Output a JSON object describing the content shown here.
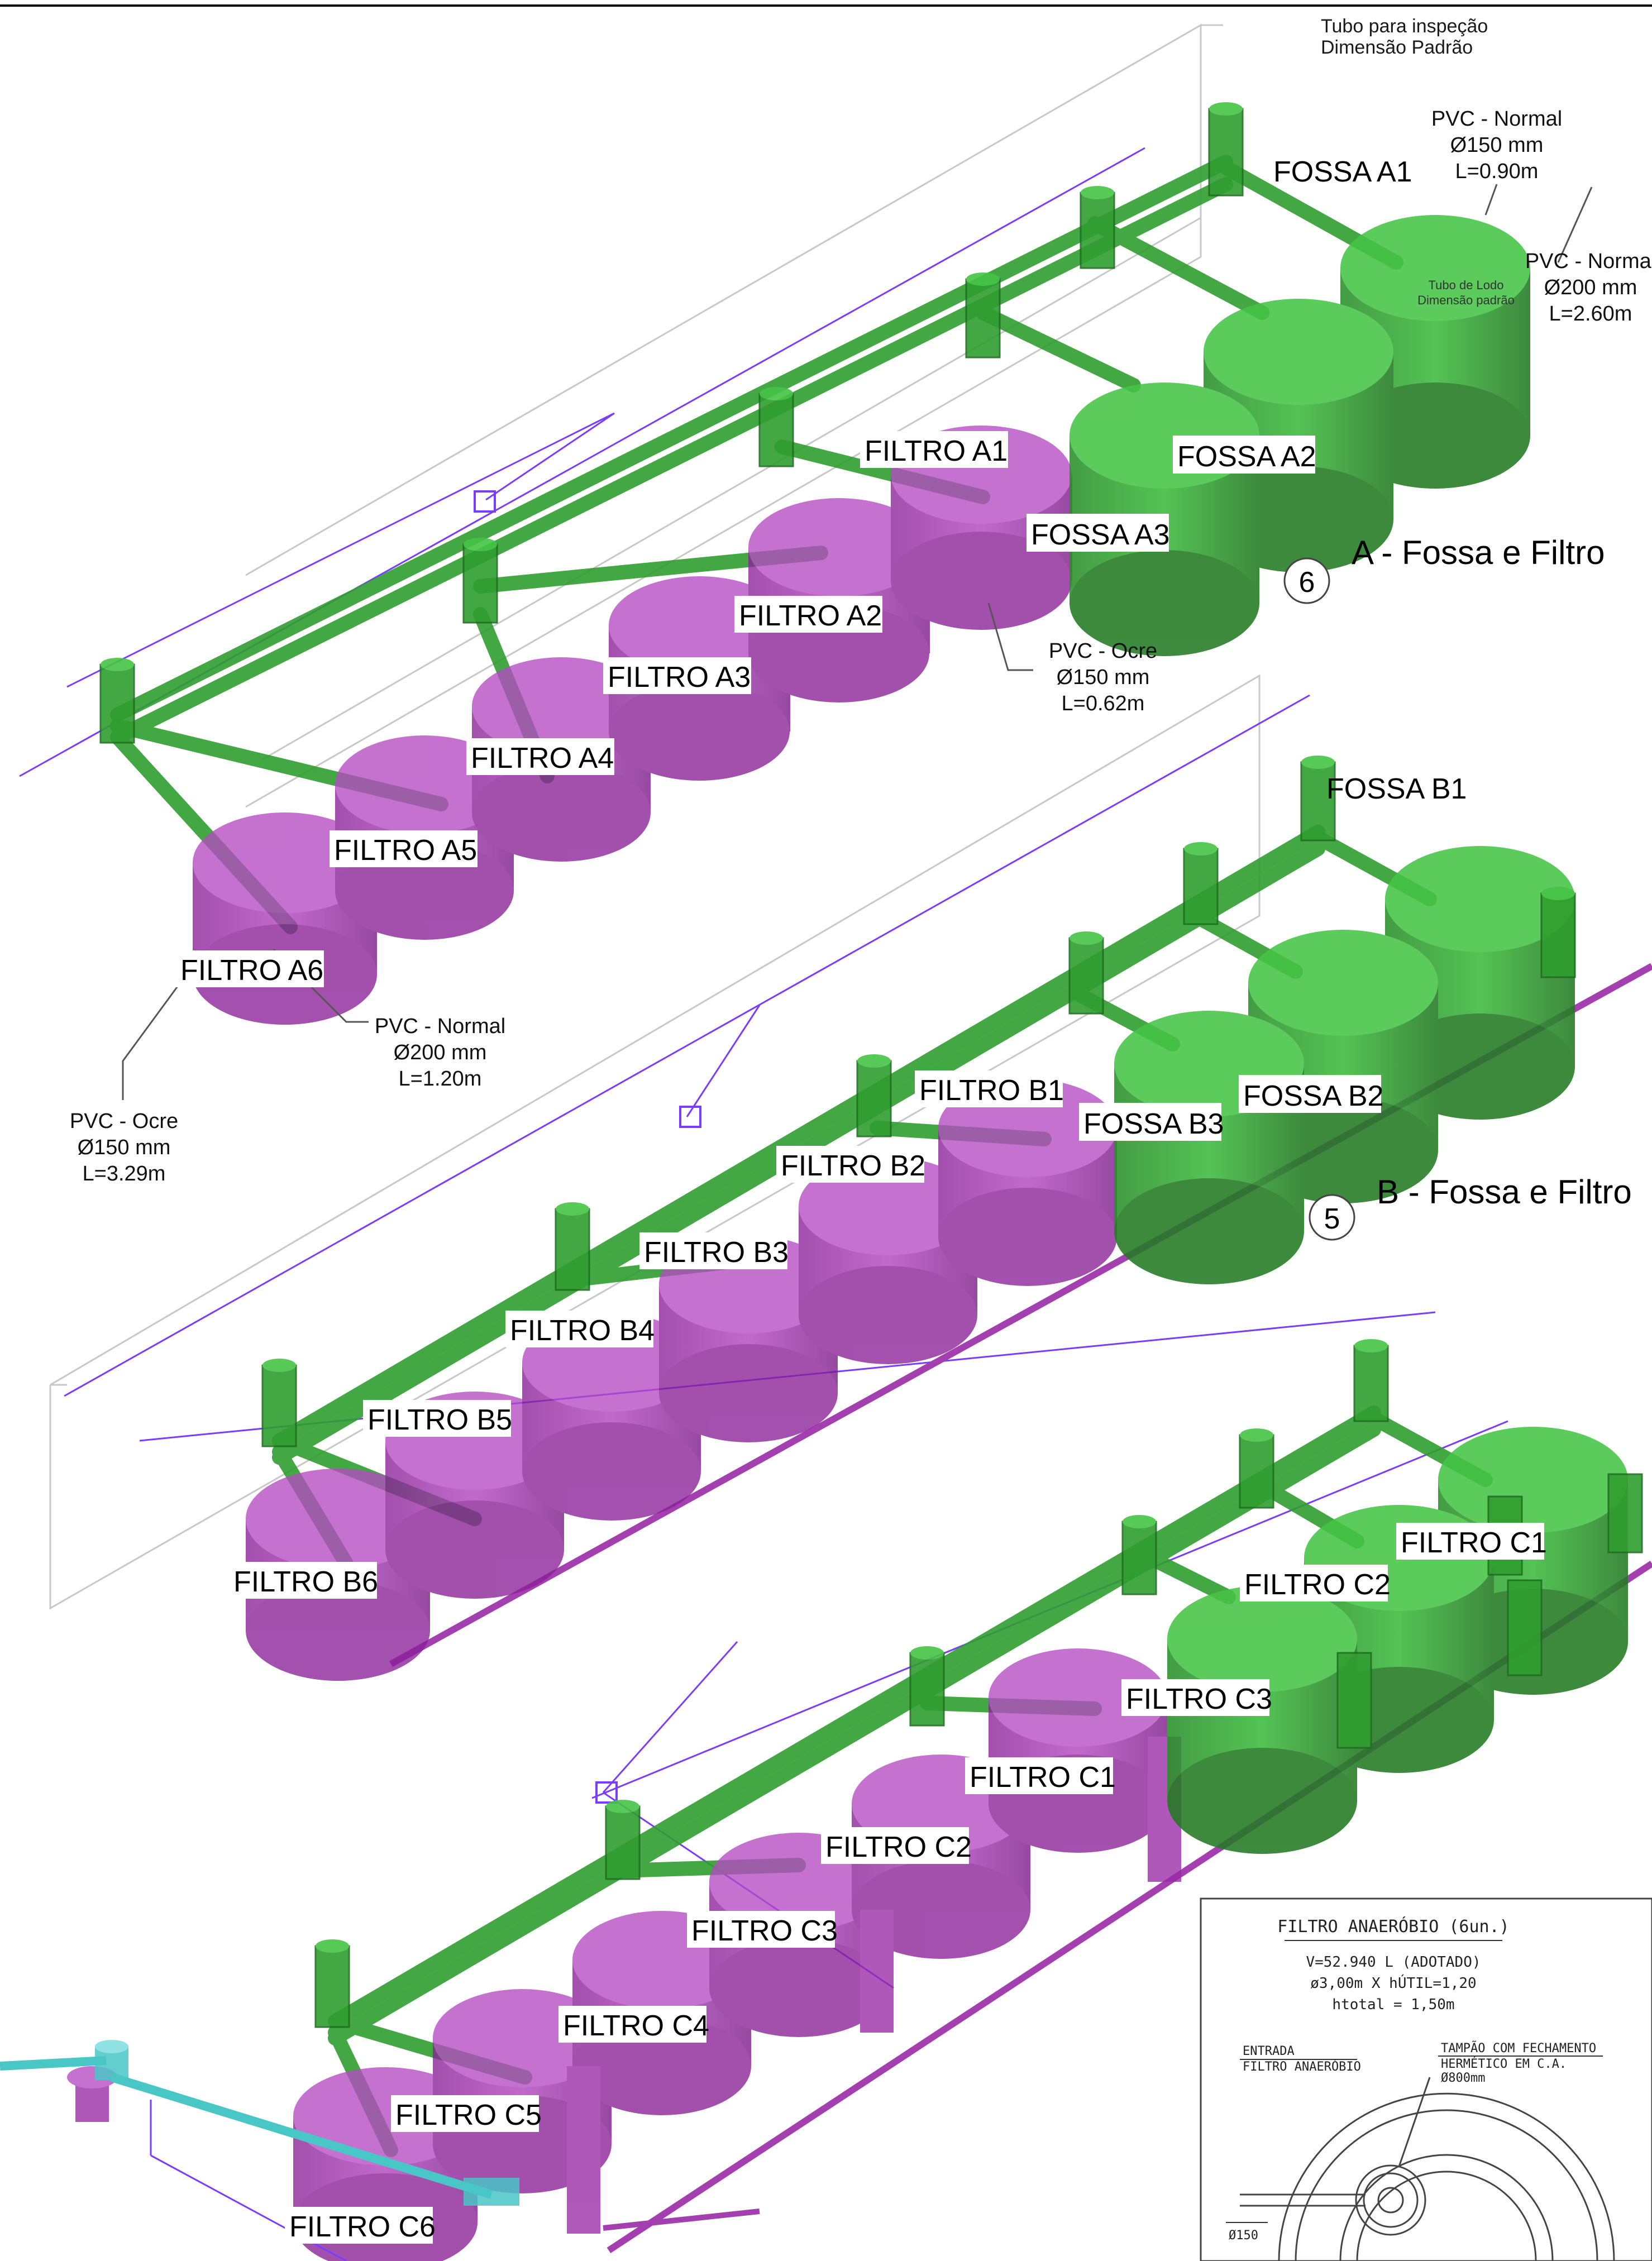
{
  "header": {
    "inspection_note_line1": "Tubo para inspeção",
    "inspection_note_line2": "Dimensão Padrão"
  },
  "colors": {
    "fossa": "#2f9e2f",
    "fossa_dark": "#1f6f1f",
    "filtro": "#9b2aa6",
    "filtro_dark": "#6e1678",
    "guide_line": "#7a3cff",
    "pipe_purple": "#a43fb0",
    "cyan": "#49c6c6"
  },
  "sections": {
    "a": {
      "number": "6",
      "title": "A - Fossa e Filtro"
    },
    "b": {
      "number": "5",
      "title": "B - Fossa e Filtro"
    }
  },
  "labels": {
    "fossa_a1": "FOSSA A1",
    "fossa_a2": "FOSSA A2",
    "fossa_a3": "FOSSA A3",
    "filtro_a1": "FILTRO A1",
    "filtro_a2": "FILTRO A2",
    "filtro_a3": "FILTRO A3",
    "filtro_a4": "FILTRO A4",
    "filtro_a5": "FILTRO A5",
    "filtro_a6": "FILTRO A6",
    "fossa_b1": "FOSSA B1",
    "fossa_b2": "FOSSA B2",
    "fossa_b3": "FOSSA B3",
    "filtro_b1": "FILTRO B1",
    "filtro_b2": "FILTRO B2",
    "filtro_b3": "FILTRO B3",
    "filtro_b4": "FILTRO B4",
    "filtro_b5": "FILTRO B5",
    "filtro_b6": "FILTRO B6",
    "filtro_c1_top": "FILTRO C1",
    "filtro_c2_top": "FILTRO C2",
    "filtro_c3_top": "FILTRO C3",
    "filtro_c1": "FILTRO C1",
    "filtro_c2": "FILTRO C2",
    "filtro_c3": "FILTRO C3",
    "filtro_c4": "FILTRO C4",
    "filtro_c5": "FILTRO C5",
    "filtro_c6": "FILTRO C6"
  },
  "callouts": {
    "pvc_normal_150": {
      "l1": "PVC - Normal",
      "l2": "Ø150 mm",
      "l3": "L=0.90m"
    },
    "pvc_normal_200_top": {
      "l1": "PVC - Normal",
      "l2": "Ø200 mm",
      "l3": "L=2.60m"
    },
    "tubo_lodo": {
      "l1": "Tubo de Lodo",
      "l2": "Dimensão padrão"
    },
    "pvc_ocre_062": {
      "l1": "PVC - Ocre",
      "l2": "Ø150 mm",
      "l3": "L=0.62m"
    },
    "pvc_normal_120": {
      "l1": "PVC - Normal",
      "l2": "Ø200 mm",
      "l3": "L=1.20m"
    },
    "pvc_ocre_329": {
      "l1": "PVC - Ocre",
      "l2": "Ø150 mm",
      "l3": "L=3.29m"
    }
  },
  "detail_box": {
    "title": "FILTRO ANAERÓBIO (6un.)",
    "volume": "V=52.940 L (ADOTADO)",
    "dims": "ø3,00m X hÚTIL=1,20",
    "htotal": "htotal = 1,50m",
    "entrada1": "ENTRADA",
    "entrada2": "FILTRO ANAERÓBIO",
    "tampao1": "TAMPÃO COM FECHAMENTO",
    "tampao2": "HERMÉTICO EM C.A.",
    "tampao3": "Ø800mm",
    "pipe_dia": "Ø150"
  }
}
